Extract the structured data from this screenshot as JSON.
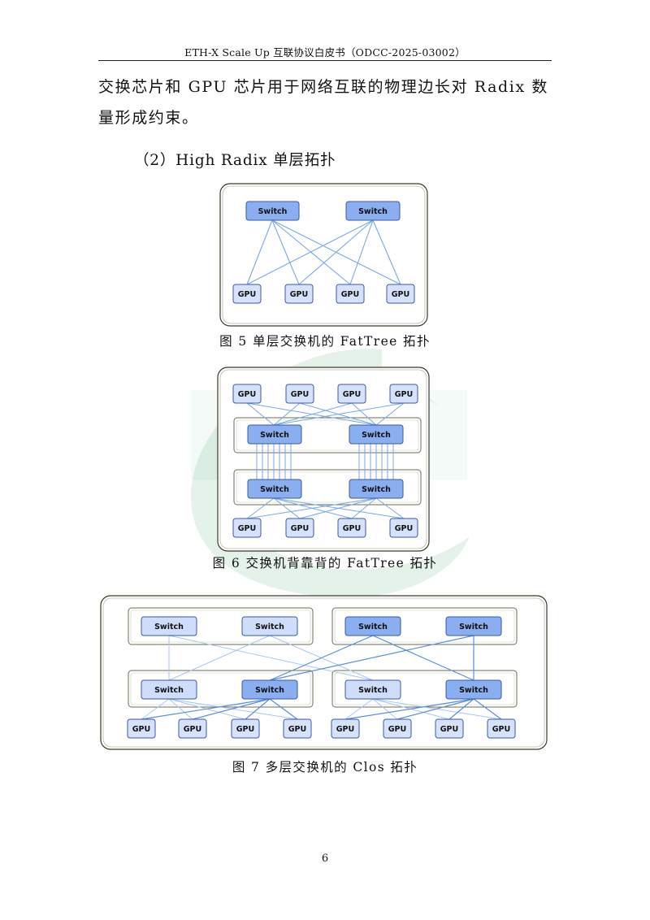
{
  "header": {
    "title": "ETH-X Scale Up 互联协议白皮书（ODCC-2025-03002）"
  },
  "body": {
    "paragraph_1": "交换芯片和 GPU 芯片用于网络互联的物理边长对 Radix 数量形成约束。",
    "subheading": "（2）High Radix  单层拓扑"
  },
  "figures": {
    "fig5": {
      "caption": "图 5 单层交换机的 FatTree 拓扑",
      "switch_label": "Switch",
      "gpu_label": "GPU"
    },
    "fig6": {
      "caption": "图 6 交换机背靠背的 FatTree 拓扑",
      "switch_label": "Switch",
      "gpu_label": "GPU"
    },
    "fig7": {
      "caption": "图 7 多层交换机的 Clos 拓扑",
      "switch_label": "Switch",
      "gpu_label": "GPU"
    }
  },
  "colors": {
    "switch_fill": "#8aaef0",
    "switch_light_fill": "#cfdcfa",
    "switch_stroke": "#3a5aa0",
    "gpu_fill": "#d6e2fb",
    "link": "#7aa8e6",
    "frame": "#3a3a2a",
    "watermark": "#2e9a5c"
  },
  "footer": {
    "page_number": "6"
  }
}
